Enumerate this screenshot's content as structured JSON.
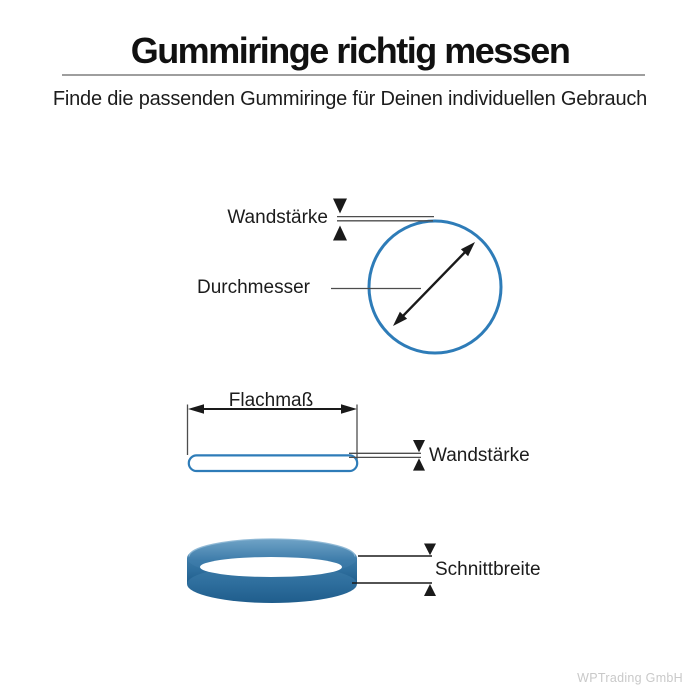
{
  "header": {
    "title": "Gummiringe richtig messen",
    "subtitle": "Finde die passenden Gummiringe für Deinen individuellen Gebrauch"
  },
  "labels": {
    "wall_thickness_top": "Wandstärke",
    "diameter": "Durchmesser",
    "flat_width": "Flachmaß",
    "wall_thickness_band": "Wandstärke",
    "cut_width": "Schnittbreite"
  },
  "colors": {
    "accent_blue": "#2e7cb8",
    "ring_top_blue": "#4381ad",
    "ring_side_blue": "#2f6f9e",
    "measure_line_gray": "#4d4d4d",
    "arrow_black": "#1a1a1a",
    "divider_gray": "#9e9e9e",
    "watermark_gray": "#c9c9c9"
  },
  "footer": {
    "watermark": "WPTrading GmbH"
  }
}
